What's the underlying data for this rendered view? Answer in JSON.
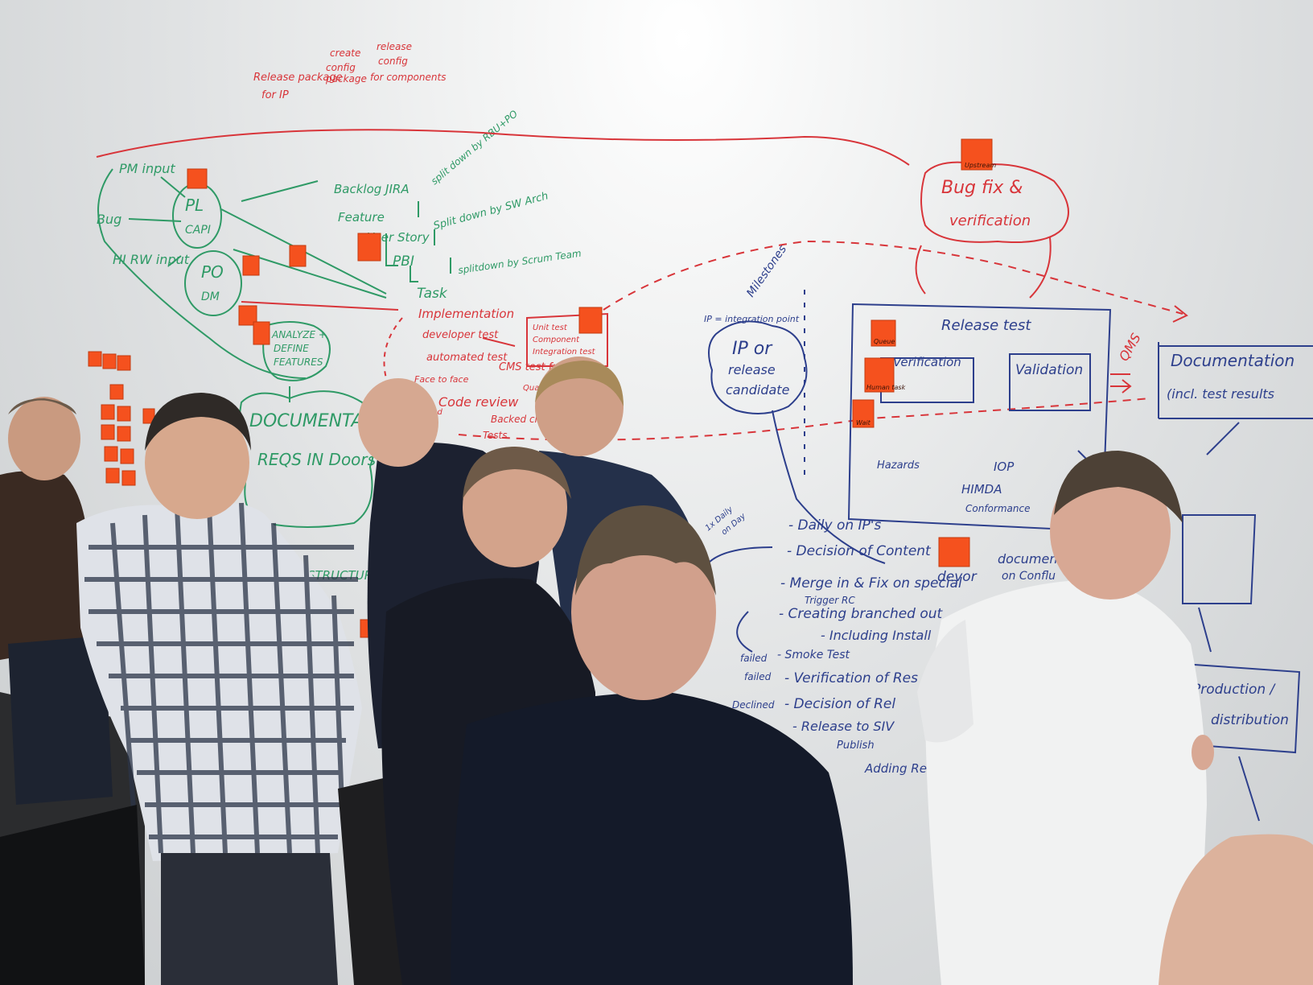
{
  "whiteboard": {
    "colors": {
      "green": "#2f9a66",
      "red": "#d8353a",
      "blue": "#2d3f8c",
      "sticky": "#f5511e"
    },
    "top_note": [
      "Release package",
      "for IP",
      "create",
      "config",
      "package",
      "release",
      "config",
      "for components"
    ],
    "inputs": [
      "PM input",
      "Bug",
      "HI RW input"
    ],
    "roles": [
      {
        "name": "PL",
        "sub": "CAPI"
      },
      {
        "name": "PO",
        "sub": "DM"
      }
    ],
    "analyze": [
      "ANALYZE +",
      "DEFINE",
      "FEATURES"
    ],
    "backlog": [
      "Backlog JIRA",
      "Feature",
      "User Story",
      "PBI",
      "Task",
      "split down by RBU+PO",
      "Split down by SW Arch",
      "splitdown by Scrum Team"
    ],
    "documentation": [
      "DOCUMENTATIO",
      "REQS IN Doors",
      "STRUCTURE"
    ],
    "implementation": [
      "Implementation",
      "developer test",
      "automated test",
      "CMS test frame",
      "Face to face",
      "Code review",
      "Quality Control",
      "Behind",
      "Tests",
      "Backed check-ins"
    ],
    "unit_test_box": [
      "Unit test",
      "Component",
      "Integration test"
    ],
    "bug_fix": [
      "Bug fix &",
      "verification"
    ],
    "milestone": [
      "Milestones",
      "IP = integration point",
      "IP or",
      "release",
      "candidate"
    ],
    "release_test": [
      "Release test",
      "Verification",
      "Validation",
      "IOP",
      "Hazards",
      "HIMDA",
      "Conformance",
      "QMS"
    ],
    "sticky_labels": [
      "Upstream",
      "Queue",
      "Human task",
      "Wait"
    ],
    "documentation_right": [
      "Documentation",
      "(incl. test results"
    ],
    "blue_list": [
      "- Daily on IP's",
      "- Decision of Content",
      "- Merge in & Fix on special",
      "Trigger RC",
      "- Creating branched out",
      "- Including Install",
      "- Smoke Test",
      "- Verification of Res",
      "- Decision of Rel",
      "- Release to SIV",
      "Publish",
      "Adding Relea"
    ],
    "side_labels": [
      "failed",
      "failed",
      "Declined",
      "1x Daily",
      "on Day"
    ],
    "documented": [
      "documented",
      "on Conflu",
      "devor"
    ],
    "production": [
      "Production /",
      "distribution"
    ]
  }
}
